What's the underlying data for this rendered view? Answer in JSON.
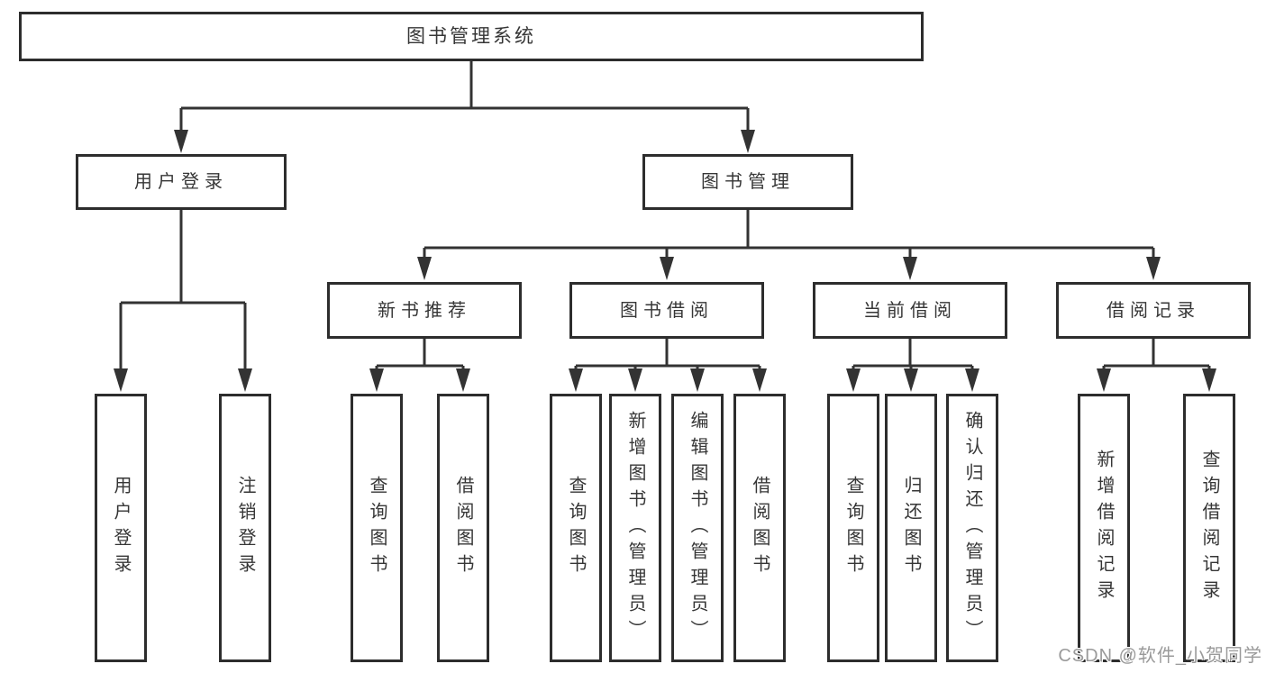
{
  "diagram": {
    "root": "图书管理系统",
    "branches": [
      {
        "label": "用户登录",
        "children": [
          "用户登录",
          "注销登录"
        ]
      },
      {
        "label": "图书管理",
        "sections": [
          {
            "label": "新书推荐",
            "children": [
              "查询图书",
              "借阅图书"
            ]
          },
          {
            "label": "图书借阅",
            "children": [
              "查询图书",
              "新增图书（管理员）",
              "编辑图书（管理员）",
              "借阅图书"
            ]
          },
          {
            "label": "当前借阅",
            "children": [
              "查询图书",
              "归还图书",
              "确认归还（管理员）"
            ]
          },
          {
            "label": "借阅记录",
            "children": [
              "新增借阅记录",
              "查询借阅记录"
            ]
          }
        ]
      }
    ]
  },
  "watermark": {
    "text": "CSDN @软件_小贺同学",
    "color": "#9a9a9a"
  },
  "colors": {
    "line": "#333333",
    "box_border": "#2d2d2d",
    "box_fill": "#ffffff",
    "text": "#363636"
  }
}
